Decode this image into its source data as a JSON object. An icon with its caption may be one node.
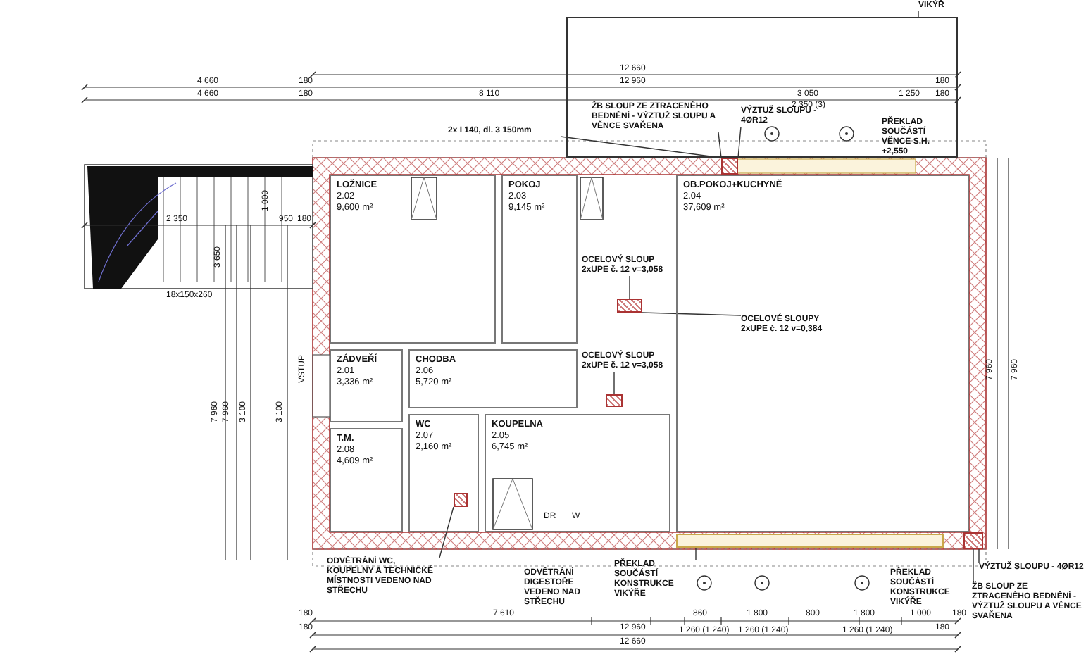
{
  "diagram": {
    "nodes": [
      {
        "text": [
          "LOŽNICE",
          "2.02",
          "9,600 m²"
        ]
      },
      {
        "text": [
          "POKOJ",
          "2.03",
          "9,145 m²"
        ]
      },
      {
        "text": [
          "CHODBA",
          "2.06",
          "5,720 m²"
        ]
      },
      {
        "text": [
          "ZÁDVEŘÍ",
          "2.01",
          "3,336 m²"
        ]
      },
      {
        "text": [
          "T.M.",
          "2.08",
          "4,609 m²"
        ]
      },
      {
        "text": [
          "WC",
          "2.07",
          "2,160 m²"
        ]
      },
      {
        "text": [
          "KOUPELNA",
          "2.05",
          "6,745 m²"
        ]
      },
      {
        "text": [
          "OB.POKOJ+KUCHYNĚ",
          "2.04",
          "37,609 m²"
        ]
      },
      {
        "text": [
          "2x I 140, dl. 3 150mm"
        ]
      },
      {
        "text": [
          "ŽB SLOUP ZE ZTRACENÉHO BEDNĚNÍ - VÝZTUŽ SLOUPU A VĚNCE SVAŘENA"
        ],
        "in": 20
      },
      {
        "text": [
          "VÝZTUŽ SLOUPU - 4ØR12"
        ],
        "in": 20
      },
      {
        "text": [
          "VIKÝŘ"
        ]
      },
      {
        "text": [
          "OCELOVÝ SLOUP 2xUPE č. 12 v=3,058"
        ]
      },
      {
        "text": [
          "OCELOVÉ SLOUPY 2xUPE č. 12 v=0,384"
        ],
        "in": 7
      },
      {
        "text": [
          "OCELOVÝ SLOUP 2xUPE č. 12 v=3,058"
        ]
      },
      {
        "text": [
          "ODVĚTRÁNÍ WC, KOUPELNY A TECHNICKÉ MÍSTNOSTI VEDENO NAD STŘECHU"
        ]
      },
      {
        "text": [
          "PŘEKLAD SOUČÁSTÍ KONSTRUKCE VIKÝŘE"
        ]
      },
      {
        "text": [
          "VÝZTUŽ SLOUPU - 4ØR12"
        ]
      },
      {
        "text": [
          "ŽB SLOUP ZE ZTRACENÉHO BEDNĚNÍ - VÝZTUŽ SLOUPU A VĚNCE SVAŘENA"
        ]
      },
      {
        "text": [],
        "shape": "box"
      },
      {
        "text": [],
        "shape": "box"
      },
      {
        "text": [],
        "shape": "box"
      },
      {
        "text": [],
        "shape": "box"
      },
      {
        "text": [],
        "shape": "box",
        "in": 5
      },
      {
        "text": [],
        "shape": "bar"
      },
      {
        "text": [],
        "shape": "box"
      }
    ],
    "edges": [
      {
        "from": 8,
        "to": 19,
        "arrow": "none"
      },
      {
        "from": 9,
        "to": 19,
        "arrow": "none"
      },
      {
        "from": 10,
        "to": 19,
        "arrow": "none"
      },
      {
        "from": 11,
        "to": 20,
        "arrow": "none"
      },
      {
        "from": 12,
        "to": 21,
        "arrow": "none"
      },
      {
        "from": 13,
        "to": 21,
        "arrow": "none"
      },
      {
        "from": 14,
        "to": 22,
        "arrow": "none"
      },
      {
        "from": 15,
        "to": 23,
        "arrow": "none"
      },
      {
        "from": 16,
        "to": 24,
        "arrow": "none"
      },
      {
        "from": 17,
        "to": 25,
        "arrow": "none"
      },
      {
        "from": 18,
        "to": 25,
        "arrow": "none"
      }
    ],
    "labels": [
      "12 660",
      "4 660",
      "180",
      "12 960",
      "180",
      "4 660",
      "180",
      "8 110",
      "3 050",
      "2 350 (3)",
      "1 250",
      "180",
      "PŘEKLAD SOUČÁSTÍ VĚNCE S.H. +2,550",
      "1 000",
      "2 350",
      "950",
      "180",
      "18x150x260",
      "3 650",
      "VSTUP",
      "7 960",
      "7 960",
      "3 100",
      "3 100",
      "7 960",
      "7 960",
      "DR",
      "W",
      "ODVĚTRÁNÍ DIGESTOŘE VEDENO NAD STŘECHU",
      "PŘEKLAD SOUČÁSTÍ KONSTRUKCE VIKÝŘE",
      "180",
      "7 610",
      "860",
      "1 800",
      "800",
      "1 800",
      "1 000",
      "180",
      "1 260 (1 240)",
      "1 260 (1 240)",
      "1 260 (1 240)",
      "180",
      "12 960",
      "180",
      "12 660"
    ]
  }
}
